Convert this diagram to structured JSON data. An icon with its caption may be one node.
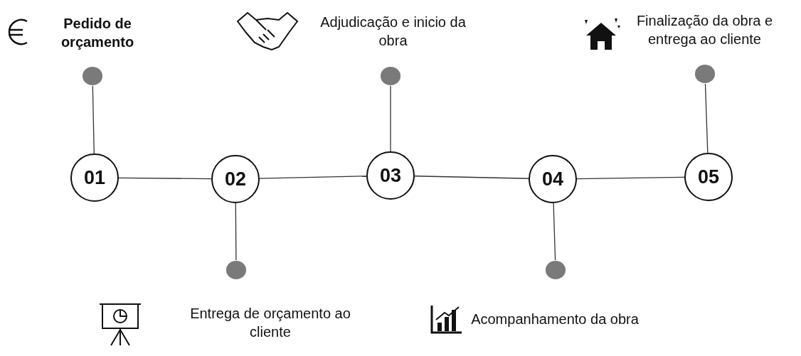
{
  "diagram": {
    "nodes": [
      {
        "text": [
          "01"
        ]
      },
      {
        "text": [
          "02"
        ]
      },
      {
        "text": [
          "03"
        ]
      },
      {
        "text": [
          "04"
        ]
      },
      {
        "text": [
          "05"
        ]
      },
      {
        "text": [],
        "shape": "circle",
        "beside": [
          "Pedido de orçamento"
        ]
      },
      {
        "text": [],
        "shape": "circle",
        "beside": [
          "Entrega de orçamento ao cliente"
        ]
      },
      {
        "text": [],
        "shape": "circle",
        "beside": [
          "Adjudicação e inicio da obra"
        ]
      },
      {
        "text": [],
        "shape": "circle",
        "beside": [
          "Acompanhamento da obra"
        ]
      },
      {
        "text": [],
        "shape": "circle",
        "beside": [
          "Finalização da obra e entrega ao cliente"
        ]
      }
    ],
    "edges": [
      {
        "from": 0,
        "to": 1,
        "arrow": "none"
      },
      {
        "from": 1,
        "to": 2,
        "arrow": "none"
      },
      {
        "from": 2,
        "to": 3,
        "arrow": "none"
      },
      {
        "from": 3,
        "to": 4,
        "arrow": "none"
      },
      {
        "from": 5,
        "to": 0,
        "arrow": "none"
      },
      {
        "from": 1,
        "to": 6,
        "arrow": "none"
      },
      {
        "from": 7,
        "to": 2,
        "arrow": "none"
      },
      {
        "from": 3,
        "to": 8,
        "arrow": "none"
      },
      {
        "from": 9,
        "to": 4,
        "arrow": "none"
      }
    ]
  }
}
